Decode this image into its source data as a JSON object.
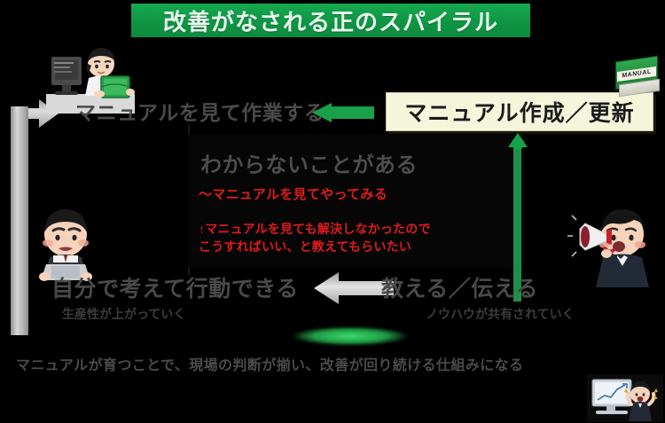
{
  "title": {
    "text": "改善がなされる正のスパイラル",
    "banner_color": "#0f9544",
    "text_color": "#e9f7ee"
  },
  "top_left": {
    "label": "マニュアルを見て作業する",
    "illustration": "person-at-desktop-reading-manual"
  },
  "manual_box": {
    "text": "マニュアル作成／更新",
    "background_color": "#f5f5dc",
    "text_color": "#1b1b1b",
    "icon_label": "MANUAL",
    "icon": "green-manual-book"
  },
  "center_panel": {
    "heading": "わからないことがある",
    "red_line_1": "〜マニュアルを見てやってみる",
    "red_line_2_a": "↑マニュアルを見ても解決しなかったので",
    "red_line_2_b": "こうすればいい、と教えてもらいたい",
    "heading_color": "#4d4d4d",
    "red_color": "#e01b1b"
  },
  "bottom_row": {
    "left_heading": "自分で考えて行動できる",
    "left_sub": "生産性が上がっていく",
    "right_heading": "教える／伝える",
    "right_sub": "ノウハウが共有されていく",
    "left_illustration": "frustrated-person-with-laptop",
    "right_illustration": "person-with-megaphone"
  },
  "caption": {
    "text": "マニュアルが育つことで、現場の判断が揃い、改善が回り続ける仕組みになる",
    "illustration": "person-celebrating-at-computer-with-rising-chart"
  },
  "arrows": {
    "left_loop": "gray-l-shaped-arrow-up-then-right",
    "green_up": "green-up-arrow",
    "green_left": "green-left-arrow",
    "gray_left": "gray-left-arrow",
    "glow": "green-glow-ellipse"
  },
  "colors": {
    "background": "#000000",
    "accent_green": "#0f9544",
    "accent_red": "#e01b1b",
    "cream": "#f5f5dc",
    "arrow_gray": "#c9c9c9"
  }
}
